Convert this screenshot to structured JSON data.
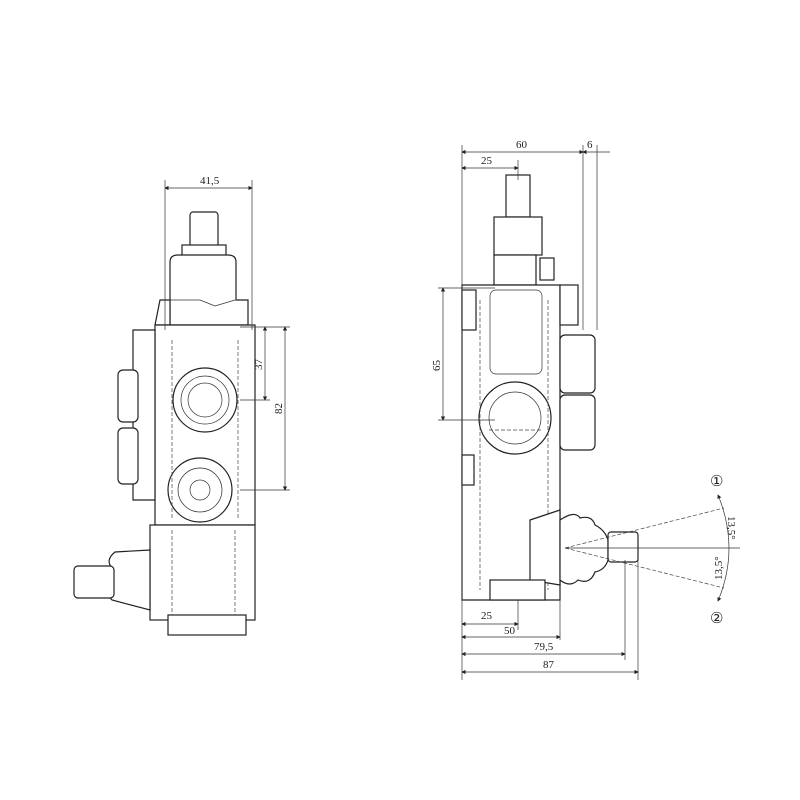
{
  "dimensions": {
    "left_view": {
      "width_top": "41,5",
      "port_spacing_1": "37",
      "port_spacing_2": "82"
    },
    "right_view": {
      "overall_top": "60",
      "offset_top": "6",
      "stem_offset": "25",
      "port_height": "65",
      "bottom_25": "25",
      "bottom_50": "50",
      "bottom_79_5": "79,5",
      "bottom_87": "87"
    },
    "lever": {
      "angle_up": "13,5°",
      "angle_down": "13,5°",
      "position_1": "①",
      "position_2": "②"
    }
  },
  "colors": {
    "line": "#222222",
    "background": "#ffffff"
  }
}
